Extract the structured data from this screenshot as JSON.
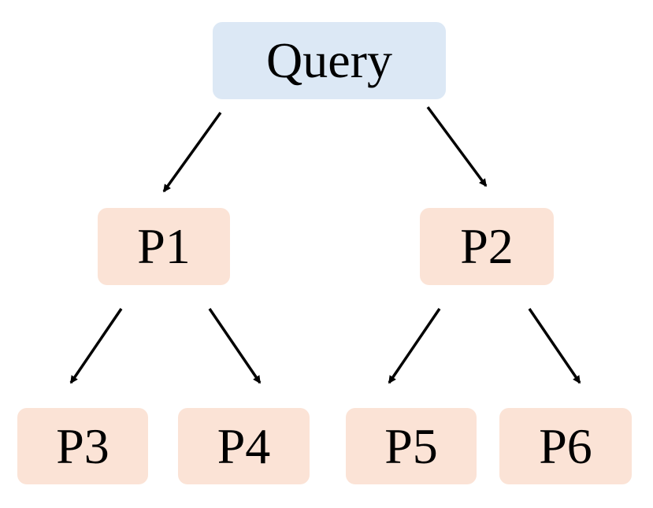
{
  "colors": {
    "query_fill": "#dce8f5",
    "passage_fill": "#fbe3d6",
    "arrow": "#000000"
  },
  "nodes": {
    "query": {
      "label": "Query"
    },
    "p1": {
      "label": "P1"
    },
    "p2": {
      "label": "P2"
    },
    "p3": {
      "label": "P3"
    },
    "p4": {
      "label": "P4"
    },
    "p5": {
      "label": "P5"
    },
    "p6": {
      "label": "P6"
    }
  },
  "edges": [
    {
      "from": "query",
      "to": "p1"
    },
    {
      "from": "query",
      "to": "p2"
    },
    {
      "from": "p1",
      "to": "p3"
    },
    {
      "from": "p1",
      "to": "p4"
    },
    {
      "from": "p2",
      "to": "p5"
    },
    {
      "from": "p2",
      "to": "p6"
    }
  ]
}
